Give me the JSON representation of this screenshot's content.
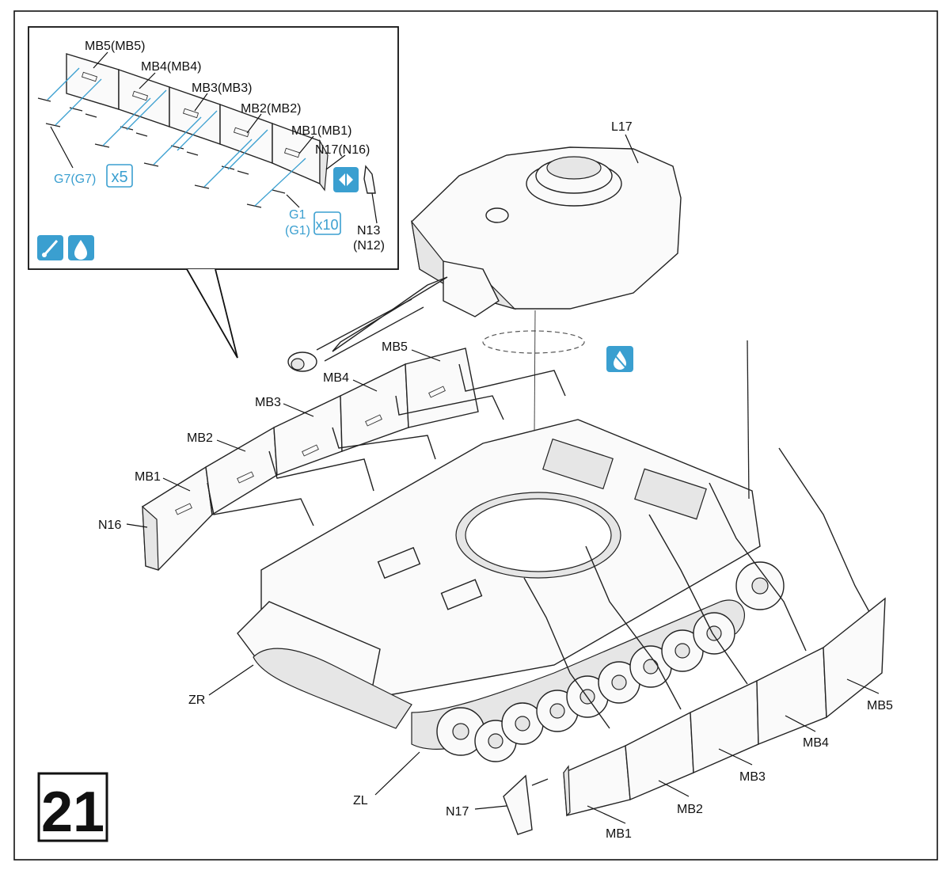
{
  "step": {
    "number": "21"
  },
  "inset": {
    "labels": {
      "mb5": "MB5(MB5)",
      "mb4": "MB4(MB4)",
      "mb3": "MB3(MB3)",
      "mb2": "MB2(MB2)",
      "mb1": "MB1(MB1)",
      "n17": "N17(N16)",
      "n13_line1": "N13",
      "n13_line2": "(N12)",
      "g7": "G7(G7)",
      "g1_line1": "G1",
      "g1_line2": "(G1)"
    },
    "multipliers": {
      "g7": "x5",
      "g1": "x10"
    },
    "icons": [
      "glue-applicator-icon",
      "glue-drop-icon",
      "mirror-part-icon"
    ]
  },
  "main": {
    "labels": {
      "l17": "L17",
      "mb5_top": "MB5",
      "mb4_top": "MB4",
      "mb3_top": "MB3",
      "mb2_top": "MB2",
      "mb1_top": "MB1",
      "n16": "N16",
      "zr": "ZR",
      "zl": "ZL",
      "n17": "N17",
      "mb1_bottom": "MB1",
      "mb2_bottom": "MB2",
      "mb3_bottom": "MB3",
      "mb4_bottom": "MB4",
      "mb5_bottom": "MB5"
    },
    "icons": [
      "do-not-glue-icon"
    ]
  },
  "colors": {
    "line": "#111111",
    "accent_blue": "#3a9fd0"
  }
}
